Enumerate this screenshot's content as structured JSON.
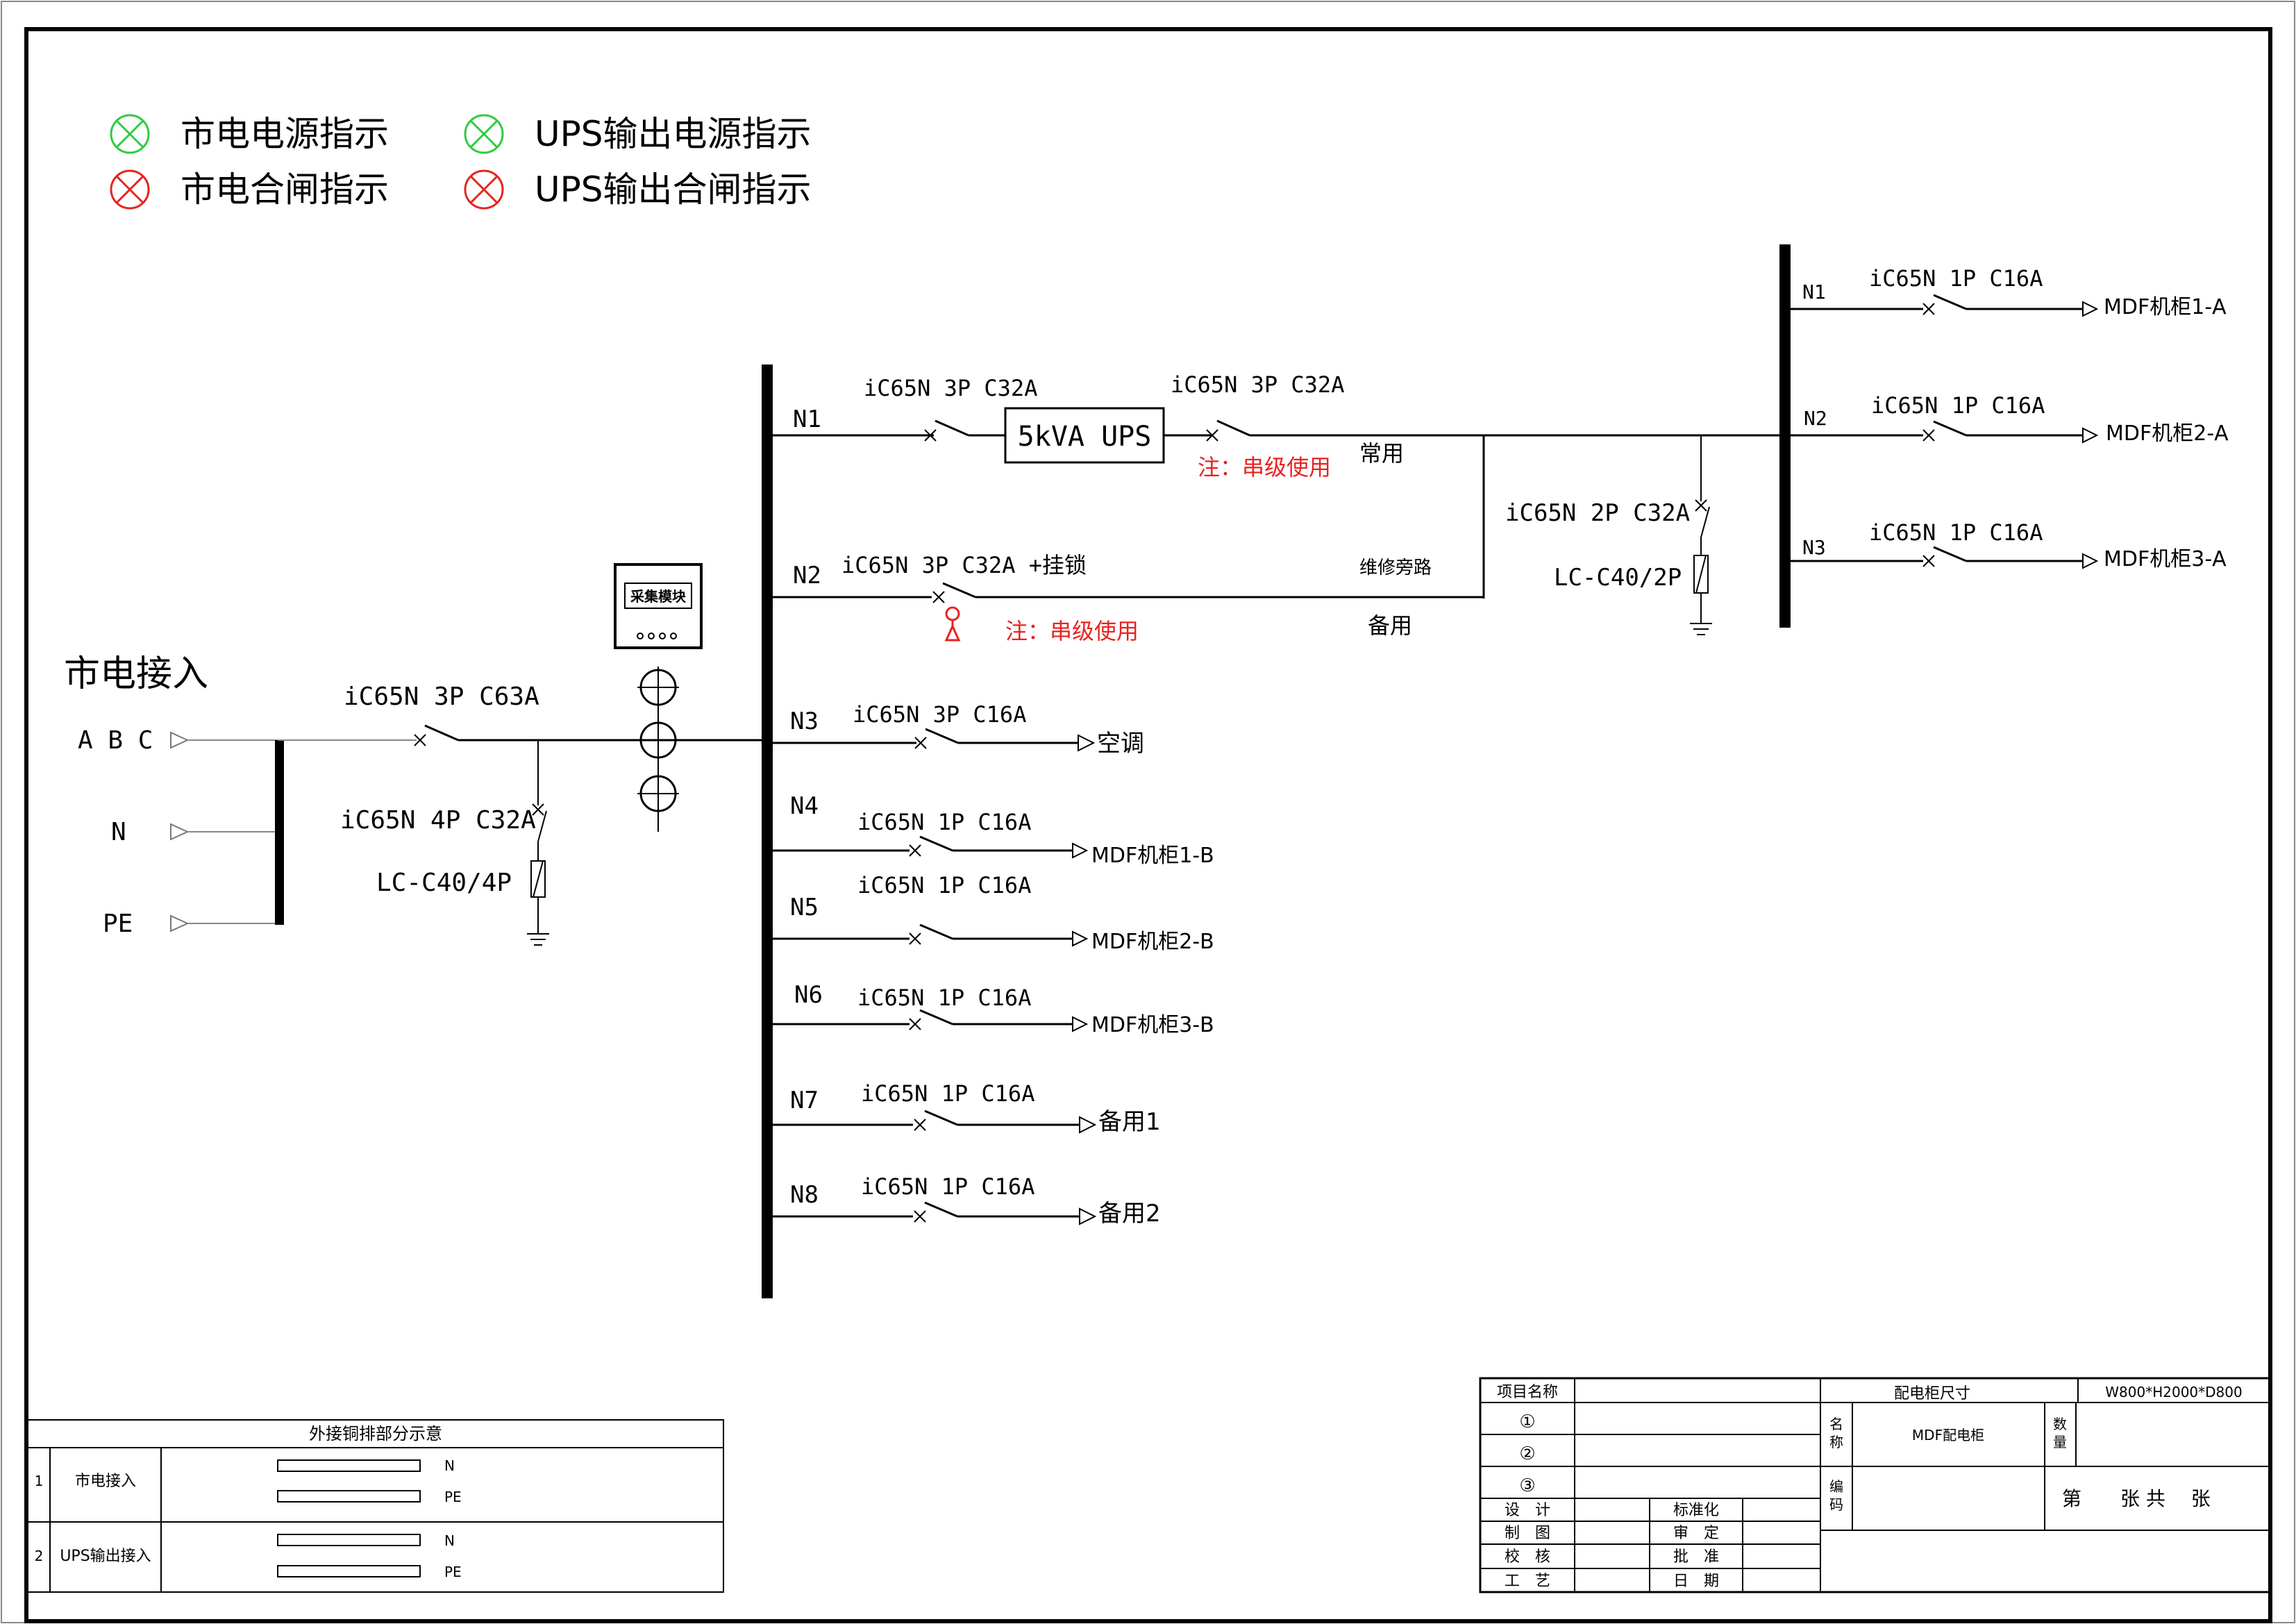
{
  "legend": [
    {
      "label": "市电电源指示",
      "color": "#2ecc40"
    },
    {
      "label": "UPS输出电源指示",
      "color": "#2ecc40"
    },
    {
      "label": "市电合闸指示",
      "color": "#e8231e"
    },
    {
      "label": "UPS输出合闸指示",
      "color": "#e8231e"
    }
  ],
  "incoming": {
    "title": "市电接入",
    "phases": [
      "A B C",
      "N",
      "PE"
    ],
    "main_breaker": "iC65N 3P C63A",
    "spd_breaker": "iC65N 4P C32A",
    "spd": "LC-C40/4P",
    "meter": "采集模块"
  },
  "branches": [
    {
      "id": "N1",
      "breaker": "iC65N 3P C32A",
      "ups": "5kVA UPS",
      "out_breaker": "iC65N 3P C32A",
      "note": "注：串级使用",
      "mode": "常用"
    },
    {
      "id": "N2",
      "breaker": "iC65N 3P C32A +挂锁",
      "note": "注：串级使用",
      "bypass": "维修旁路",
      "mode": "备用"
    },
    {
      "id": "N3",
      "breaker": "iC65N 3P C16A",
      "load": "空调"
    },
    {
      "id": "N4",
      "breaker": "iC65N 1P C16A",
      "load": "MDF机柜1-B"
    },
    {
      "id": "N5",
      "breaker": "iC65N 1P C16A",
      "load": "MDF机柜2-B"
    },
    {
      "id": "N6",
      "breaker": "iC65N 1P C16A",
      "load": "MDF机柜3-B"
    },
    {
      "id": "N7",
      "breaker": "iC65N 1P C16A",
      "load": "备用1"
    },
    {
      "id": "N8",
      "breaker": "iC65N 1P C16A",
      "load": "备用2"
    }
  ],
  "ups_output": {
    "spd_breaker": "iC65N 2P C32A",
    "spd": "LC-C40/2P",
    "branches": [
      {
        "id": "N1",
        "breaker": "iC65N 1P C16A",
        "load": "MDF机柜1-A"
      },
      {
        "id": "N2",
        "breaker": "iC65N 1P C16A",
        "load": "MDF机柜2-A"
      },
      {
        "id": "N3",
        "breaker": "iC65N 1P C16A",
        "load": "MDF机柜3-A"
      }
    ]
  },
  "busbar_table": {
    "title": "外接铜排部分示意",
    "rows": [
      {
        "no": "1",
        "name": "市电接入",
        "bars": [
          "N",
          "PE"
        ]
      },
      {
        "no": "2",
        "name": "UPS输出接入",
        "bars": [
          "N",
          "PE"
        ]
      }
    ]
  },
  "title_block": {
    "project_label": "项目名称",
    "size_label": "配电柜尺寸",
    "size_value": "W800*H2000*D800",
    "circles": [
      "①",
      "②",
      "③"
    ],
    "name_label_1": "名",
    "name_label_2": "称",
    "name_value": "MDF配电柜",
    "qty_label_1": "数",
    "qty_label_2": "量",
    "code_label_1": "编",
    "code_label_2": "码",
    "sheet_text": "第　　张 共　 张",
    "roles_left": [
      "设　计",
      "制　图",
      "校　核",
      "工　艺"
    ],
    "roles_right": [
      "标准化",
      "审　定",
      "批　准",
      "日　期"
    ]
  }
}
